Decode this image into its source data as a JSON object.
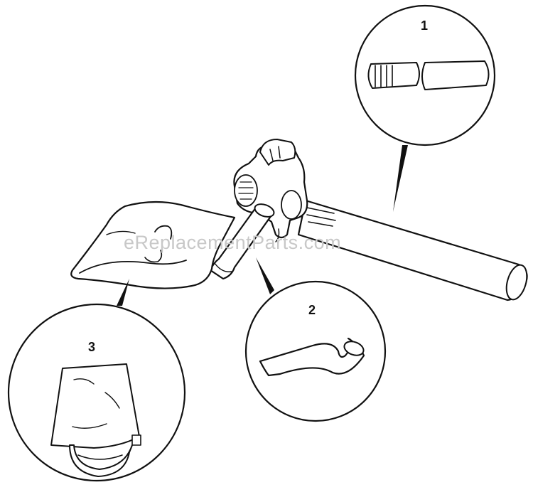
{
  "watermark": "eReplacementParts.com",
  "callouts": [
    {
      "number": "1",
      "part": "blower-tube-extension"
    },
    {
      "number": "2",
      "part": "curved-elbow-tube"
    },
    {
      "number": "3",
      "part": "collection-bag"
    }
  ],
  "colors": {
    "ink": "#111111",
    "background": "#ffffff",
    "watermark": "#c8c8c8"
  }
}
